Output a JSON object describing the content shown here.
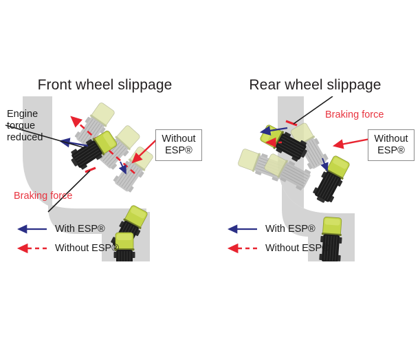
{
  "figure": {
    "background": "#ffffff",
    "road_color": "#d4d4d4",
    "road_edge_color": "#c8c8c8"
  },
  "colors": {
    "with_esp_arrow": "#2b2f86",
    "without_esp_arrow": "#e8232f",
    "braking_force_text": "#e8343f",
    "title_text": "#231f20",
    "callout_border": "#8a8a8a",
    "truck_cab": "#c4d64a",
    "truck_body": "#1c1c1c",
    "ghost_truck": "#b9b9b9"
  },
  "panels": [
    {
      "id": "front-wheel-slippage",
      "title": "Front wheel slippage",
      "annotations": {
        "engine_torque": "Engine\ntorque\nreduced",
        "engine_torque_lines": [
          "Engine",
          "torque",
          "reduced"
        ],
        "braking_force": "Braking force",
        "callout_lines": [
          "Without",
          "ESP®"
        ]
      },
      "legend": [
        {
          "label": "With ESP®",
          "style": "solid",
          "color": "#2b2f86"
        },
        {
          "label": "Without ESP®",
          "style": "dashed",
          "color": "#e8232f"
        }
      ]
    },
    {
      "id": "rear-wheel-slippage",
      "title": "Rear wheel slippage",
      "annotations": {
        "braking_force": "Braking force",
        "callout_lines": [
          "Without",
          "ESP®"
        ]
      },
      "legend": [
        {
          "label": "With ESP®",
          "style": "solid",
          "color": "#2b2f86"
        },
        {
          "label": "Without ESP®",
          "style": "dashed",
          "color": "#e8232f"
        }
      ]
    }
  ]
}
